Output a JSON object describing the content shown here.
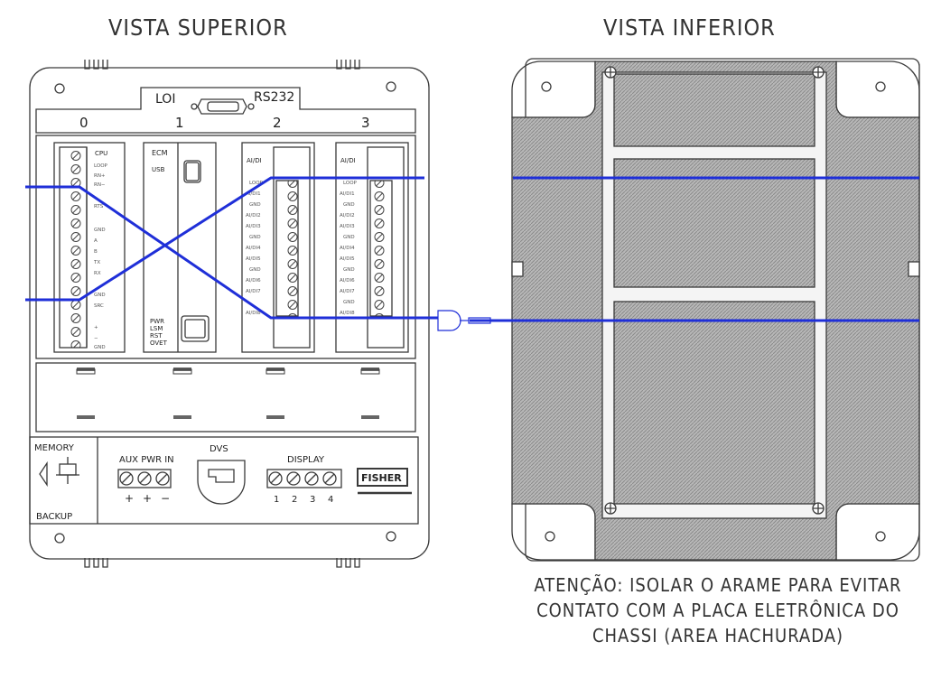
{
  "titles": {
    "top_view": "VISTA SUPERIOR",
    "bottom_view": "VISTA INFERIOR"
  },
  "slots": {
    "loi": "LOI",
    "rs232": "RS232",
    "nums": [
      "0",
      "1",
      "2",
      "3"
    ]
  },
  "module0": {
    "label": "CPU"
  },
  "module1": {
    "label": "ECM",
    "usb": "USB",
    "pwr": "PWR",
    "lsm": "LSM",
    "rst": "RST",
    "ovet": "OVET"
  },
  "module2": {
    "label": "AI/DI"
  },
  "module3": {
    "label": "AI/DI"
  },
  "bottom_panel": {
    "memory": "MEMORY",
    "backup": "BACKUP",
    "aux_pwr_in": "AUX PWR IN",
    "aux_signs": [
      "+",
      "+",
      "−"
    ],
    "dvs": "DVS",
    "display": "DISPLAY",
    "display_nums": [
      "1",
      "2",
      "3",
      "4"
    ],
    "brand": "FISHER"
  },
  "note_lines": [
    "ATENÇÃO: ISOLAR O ARAME PARA EVITAR",
    "CONTATO COM A PLACA ELETRÔNICA DO",
    "CHASSI (AREA HACHURADA)"
  ],
  "colors": {
    "wire": "#1f2fd8",
    "line": "#3a3a3a",
    "hatch": "#9c9c9c"
  }
}
